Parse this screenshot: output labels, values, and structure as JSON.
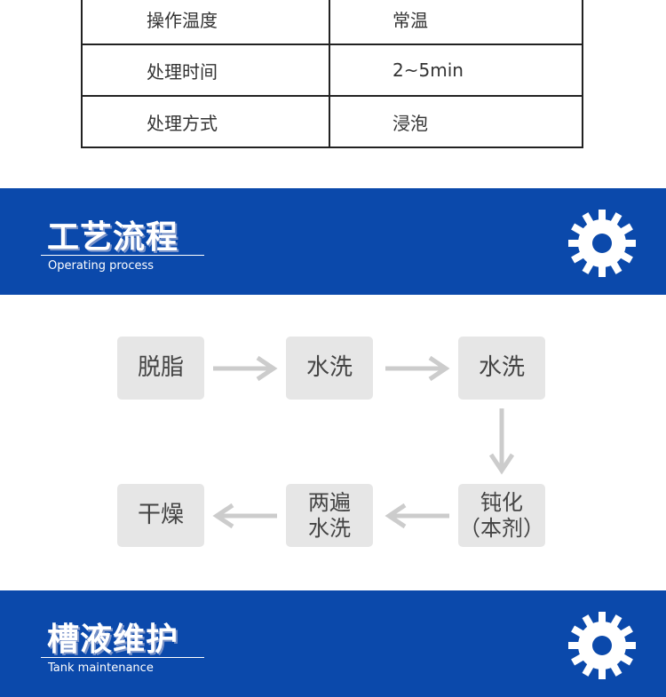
{
  "table": [
    {
      "label": "操作温度",
      "value": "常温"
    },
    {
      "label": "处理时间",
      "value": "2~5min"
    },
    {
      "label": "处理方式",
      "value": "浸泡"
    }
  ],
  "sections": [
    {
      "title": "工艺流程",
      "subtitle": "Operating process",
      "icon": "gear-icon"
    },
    {
      "title": "槽液维护",
      "subtitle": "Tank maintenance",
      "icon": "gear-icon"
    }
  ],
  "flow": {
    "steps": [
      "脱脂",
      "水洗",
      "水洗",
      "钝化\n（本剂）",
      "两遍\n水洗",
      "干燥"
    ],
    "box_color": "#e6e6e6",
    "arrow_color": "#cccccc"
  },
  "colors": {
    "band": "#0b49ab"
  }
}
